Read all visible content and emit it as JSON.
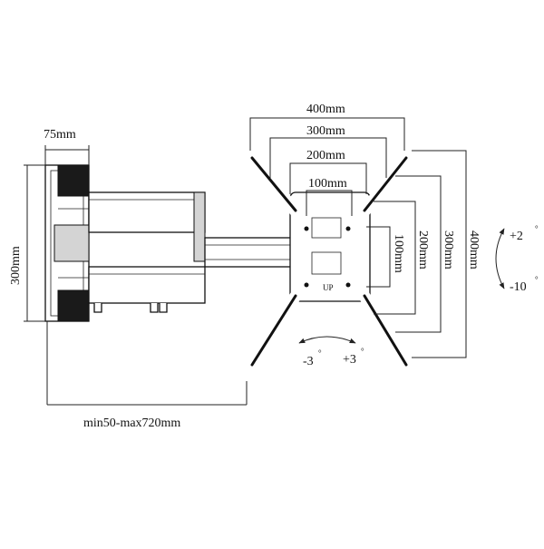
{
  "wall_plate": {
    "width_label": "75mm",
    "height_label": "300mm"
  },
  "extension": {
    "label": "min50-max720mm"
  },
  "vesa_horizontal": [
    "400mm",
    "300mm",
    "200mm",
    "100mm"
  ],
  "vesa_vertical": [
    "100mm",
    "200mm",
    "300mm",
    "400mm"
  ],
  "tilt": {
    "up": "+2",
    "down": "-10",
    "degree_mark": "°"
  },
  "rotation": {
    "left": "-3",
    "right": "+3",
    "degree_mark": "°"
  },
  "plate_marking": "UP"
}
